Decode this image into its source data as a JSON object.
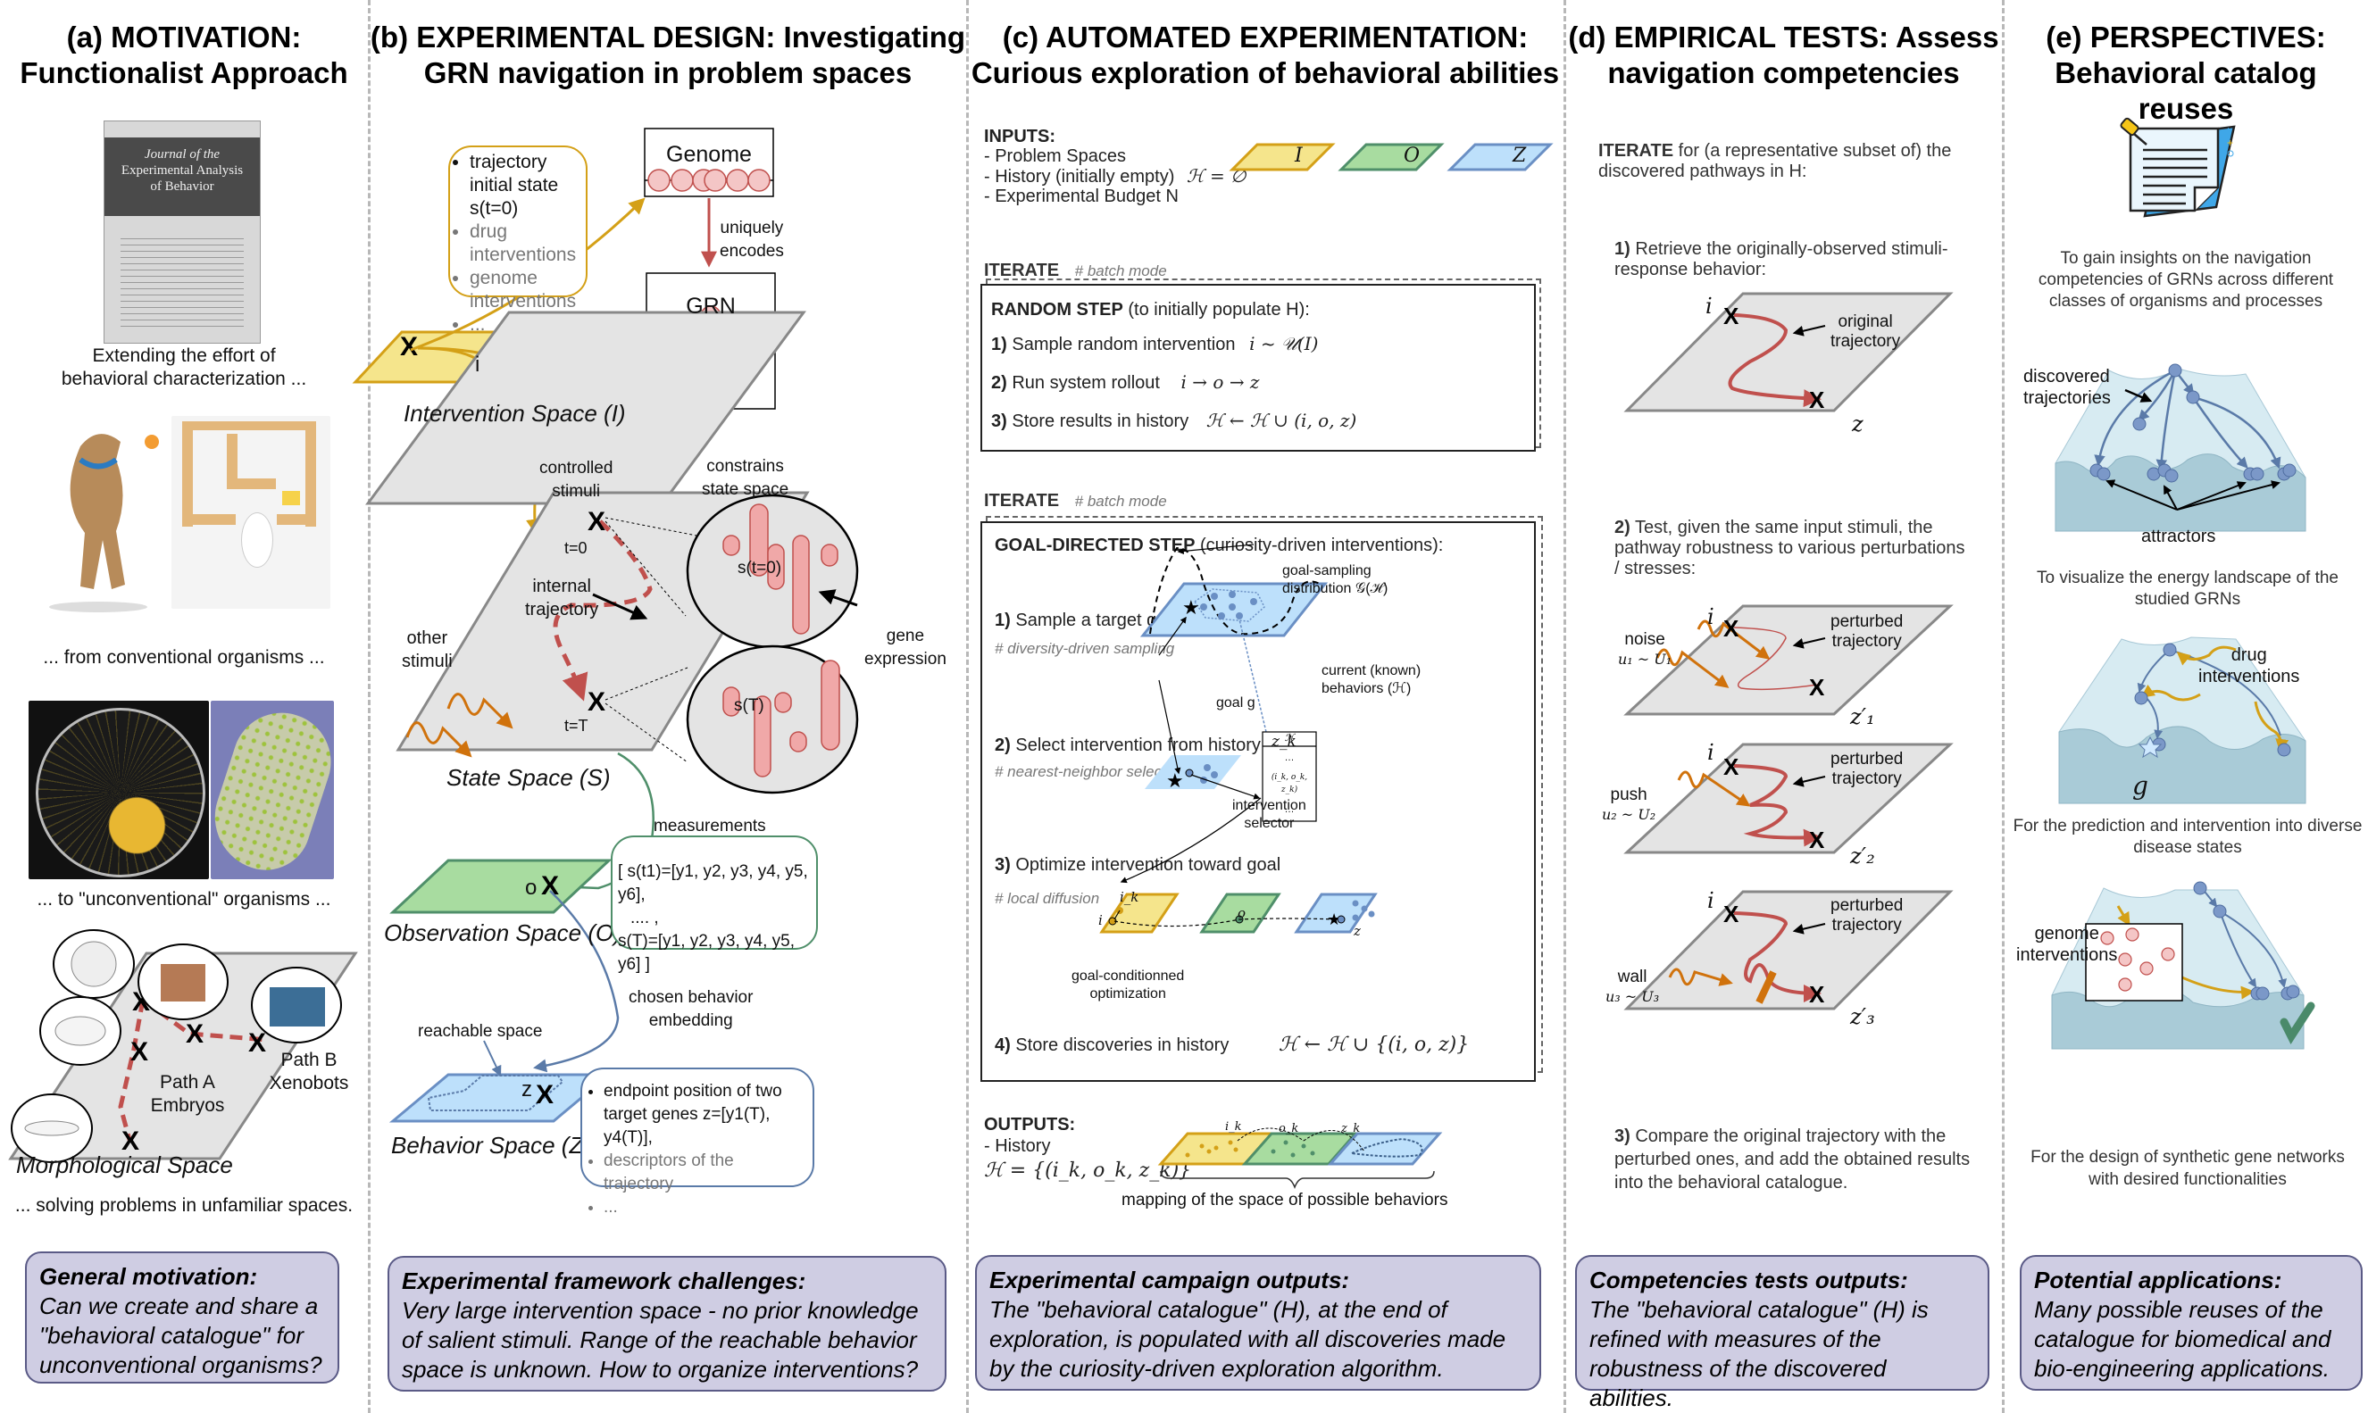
{
  "panels": {
    "a": {
      "title_line1": "(a) MOTIVATION:",
      "title_line2": "Functionalist Approach",
      "journal": {
        "line1": "Journal of the",
        "line2": "Experimental Analysis",
        "line3": "of Behavior"
      },
      "caption1_line1": "Extending the effort of",
      "caption1_line2": "behavioral characterization ...",
      "caption2": "... from conventional organisms ...",
      "caption3": "... to \"unconventional\" organisms ...",
      "path_a_line1": "Path A",
      "path_a_line2": "Embryos",
      "path_b_line1": "Path B",
      "path_b_line2": "Xenobots",
      "space_label": "Morphological Space",
      "caption4": "... solving problems in unfamiliar spaces.",
      "box_title": "General motivation:",
      "box_text": "Can we create and share a \"behavioral catalogue\" for unconventional organisms?"
    },
    "b": {
      "title_line1": "(b) EXPERIMENTAL DESIGN: Investigating",
      "title_line2": "GRN navigation in problem spaces",
      "intervention_bubble": [
        {
          "text": "trajectory initial state s(t=0)",
          "muted": false
        },
        {
          "text": "drug interventions",
          "muted": true
        },
        {
          "text": "genome interventions",
          "muted": true
        },
        {
          "text": "...",
          "muted": true
        }
      ],
      "genome_label": "Genome",
      "grn_label": "GRN",
      "uniquely_encodes_line1": "uniquely",
      "uniquely_encodes_line2": "encodes",
      "constrains_line1": "constrains",
      "constrains_line2": "state space",
      "i_label": "i",
      "intervention_space": "Intervention Space (I)",
      "controlled_stimuli_line1": "controlled",
      "controlled_stimuli_line2": "stimuli",
      "t0_label": "t=0",
      "tT_label": "t=T",
      "internal_traj_line1": "internal",
      "internal_traj_line2": "trajectory",
      "other_stimuli_line1": "other",
      "other_stimuli_line2": "stimuli",
      "s0_label": "s(t=0)",
      "sT_label": "s(T)",
      "gene_expr_line1": "gene",
      "gene_expr_line2": "expression",
      "state_space": "State Space (S)",
      "measurements": "measurements",
      "o_label": "o",
      "observation_space": "Observation Space (O)",
      "obs_bubble_line1": "[ s(t1)=[y1, y2, y3, y4, y5, y6],",
      "obs_bubble_line2": ".... ,",
      "obs_bubble_line3": "s(T)=[y1, y2, y3, y4, y5, y6] ]",
      "chosen_line1": "chosen behavior",
      "chosen_line2": "embedding",
      "reachable": "reachable space",
      "z_label": "z",
      "behavior_space": "Behavior Space (Z)",
      "behavior_bubble": [
        {
          "text": "endpoint position of two target genes z=[y1(T), y4(T)],",
          "muted": false
        },
        {
          "text": "descriptors of the trajectory",
          "muted": true
        },
        {
          "text": "...",
          "muted": true
        }
      ],
      "box_title": "Experimental framework challenges:",
      "box_text": "Very large intervention space - no prior knowledge of salient stimuli. Range of the reachable behavior space is unknown. How to organize interventions?"
    },
    "c": {
      "title_line1": "(c) AUTOMATED EXPERIMENTATION:",
      "title_line2": "Curious exploration of behavioral abilities",
      "inputs_header": "INPUTS:",
      "inputs": [
        "- Problem Spaces",
        "- History (initially empty)",
        "- Experimental Budget N"
      ],
      "history_empty_math": "ℋ = ∅",
      "space_tags": [
        "I",
        "O",
        "Z"
      ],
      "iterate_label": "ITERATE",
      "batch_comment": "# batch mode",
      "random_step_header": "RANDOM STEP",
      "random_step_sub": "(to initially populate H):",
      "random_steps": [
        {
          "num": "1)",
          "text": "Sample random intervention",
          "math": "i ~ 𝒰(I)"
        },
        {
          "num": "2)",
          "text": "Run system rollout",
          "math": "i → o → z"
        },
        {
          "num": "3)",
          "text": "Store results in history",
          "math": "ℋ ← ℋ ∪ (i, o, z)"
        }
      ],
      "goal_step_header": "GOAL-DIRECTED STEP",
      "goal_step_sub": "(curiosity-driven interventions):",
      "goal_steps": [
        {
          "num": "1)",
          "text": "Sample a target goal",
          "comment": "# diversity-driven sampling"
        },
        {
          "num": "2)",
          "text": "Select intervention from history",
          "comment": "# nearest-neighbor selection"
        },
        {
          "num": "3)",
          "text": "Optimize intervention toward goal",
          "comment": "# local diffusion"
        },
        {
          "num": "4)",
          "text": "Store discoveries in history",
          "comment": ""
        }
      ],
      "store_math": "ℋ ← ℋ ∪ {(i, o, z)}",
      "goal_sampling_line1": "goal-sampling",
      "goal_sampling_line2": "distribution 𝒢(ℋ)",
      "current_known_line1": "current (known)",
      "current_known_line2": "behaviors (ℋ)",
      "goal_g": "goal g",
      "zk": "z_k",
      "history_table": {
        "header": "ℋ",
        "rows": [
          "…",
          "(i_k, o_k, z_k)",
          "…"
        ]
      },
      "selector_line1": "intervention",
      "selector_line2": "selector",
      "ik": "i_k",
      "i": "i",
      "o": "o",
      "z": "z",
      "gco_line1": "goal-conditionned",
      "gco_line2": "optimization",
      "outputs_header": "OUTPUTS:",
      "outputs_item": "- History",
      "outputs_math": "ℋ = {(i_k, o_k, z_k)}",
      "output_tags": [
        "i_k",
        "o_k",
        "z_k"
      ],
      "mapping_caption": "mapping of the space of possible behaviors",
      "box_title": "Experimental campaign outputs:",
      "box_text": "The \"behavioral catalogue\" (H), at the end of exploration, is populated with all discoveries made by the curiosity-driven exploration algorithm."
    },
    "d": {
      "title_line1": "(d) EMPIRICAL TESTS: Assess",
      "title_line2": "navigation competencies",
      "iterate_bold": "ITERATE",
      "iterate_rest": "for (a representative subset of) the discovered pathways in H:",
      "step1_num": "1)",
      "step1_text": "Retrieve the originally-observed stimuli-response behavior:",
      "original_traj_line1": "original",
      "original_traj_line2": "trajectory",
      "i_label": "i",
      "z_label": "z",
      "step2_num": "2)",
      "step2_text": "Test, given the same input stimuli, the pathway robustness to various perturbations / stresses:",
      "perturbations": [
        {
          "name": "noise",
          "math": "u₁ ~ U₁",
          "end_label": "z′₁"
        },
        {
          "name": "push",
          "math": "u₂ ~ U₂",
          "end_label": "z′₂"
        },
        {
          "name": "wall",
          "math": "u₃ ~ U₃",
          "end_label": "z′₃"
        }
      ],
      "perturbed_line1": "perturbed",
      "perturbed_line2": "trajectory",
      "step3_num": "3)",
      "step3_text": "Compare the original trajectory with the perturbed ones, and add the obtained results into the behavioral catalogue.",
      "box_title": "Competencies tests outputs:",
      "box_text": "The \"behavioral catalogue\" (H) is refined with measures of the robustness of the discovered abilities."
    },
    "e": {
      "title_line1": "(e) PERSPECTIVES:",
      "title_line2": "Behavioral catalog reuses",
      "caption1": "To gain insights on the navigation competencies of GRNs across different classes of organisms and processes",
      "discovered_line1": "discovered",
      "discovered_line2": "trajectories",
      "attractors": "attractors",
      "caption2": "To visualize the energy landscape of the studied GRNs",
      "drug_line1": "drug",
      "drug_line2": "interventions",
      "g_label": "g",
      "caption3": "For the prediction and intervention into diverse disease states",
      "genome_line1": "genome",
      "genome_line2": "interventions",
      "caption4": "For the design of synthetic gene networks with desired functionalities",
      "box_title": "Potential applications:",
      "box_text": "Many possible reuses of the catalogue for biomedical and bio-engineering applications."
    }
  },
  "colors": {
    "intervention": "#f5e58c",
    "intervention_border": "#d4a017",
    "observation": "#a8dca0",
    "observation_border": "#4f8f6a",
    "behavior": "#bde0fb",
    "behavior_border": "#6a8fc4",
    "state": "#e4e4e4",
    "trajectory": "#c0504d",
    "stimulus": "#d0720c",
    "summary_box": "#cfcde3"
  }
}
